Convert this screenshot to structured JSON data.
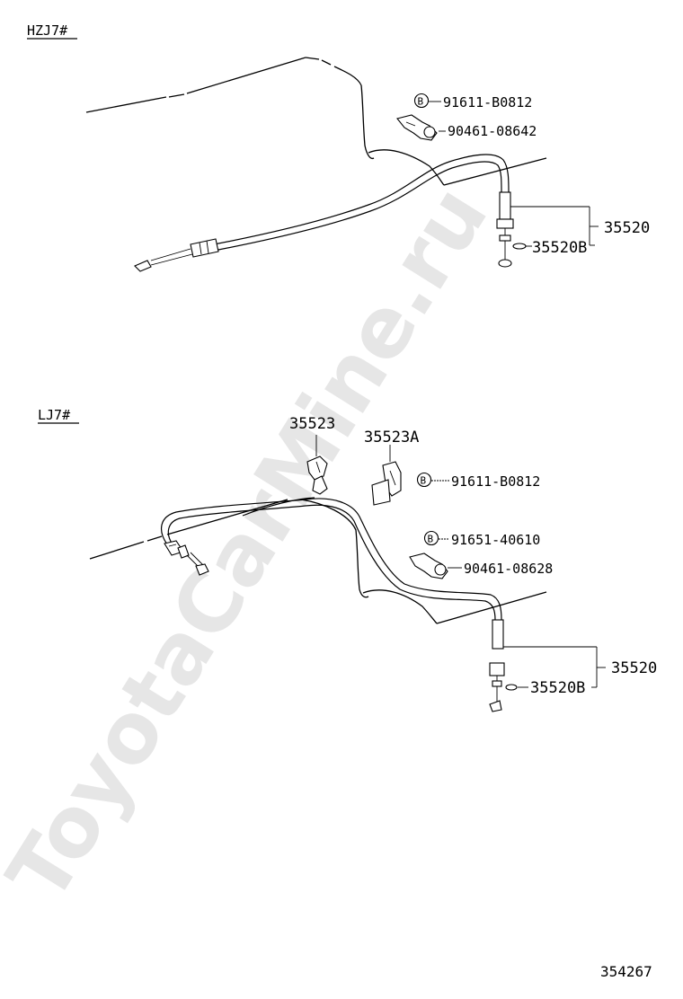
{
  "sections": {
    "upper": {
      "title": "HZJ7#",
      "callouts": {
        "bolt_a": "91611-B0812",
        "clamp_a": "90461-08642",
        "cable_assy": "35520",
        "sub_part": "35520B"
      },
      "bolt_marker": "B"
    },
    "lower": {
      "title": "LJ7#",
      "callouts": {
        "clamp_1": "35523",
        "clamp_2": "35523A",
        "bolt_a": "91611-B0812",
        "bolt_b": "91651-40610",
        "clamp_b": "90461-08628",
        "cable_assy": "35520",
        "sub_part": "35520B"
      },
      "bolt_marker": "B"
    }
  },
  "watermark": "ToyotaCarMine.ru",
  "diagram_number": "354267"
}
